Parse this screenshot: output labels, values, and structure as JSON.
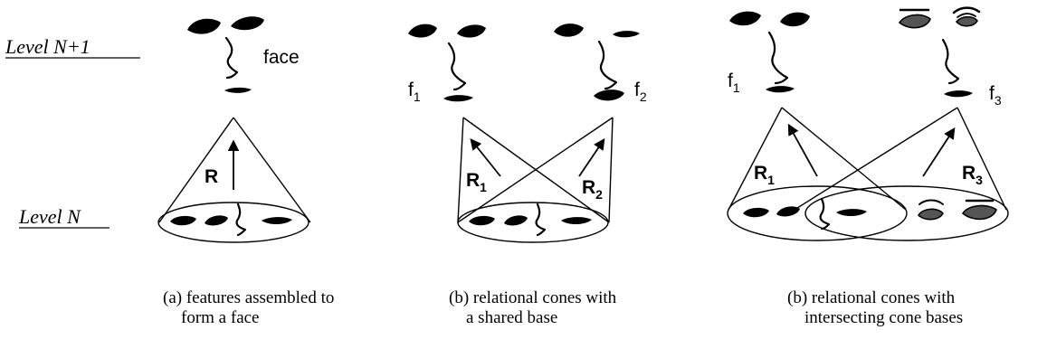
{
  "levels": {
    "upper": "Level N+1",
    "lower": "Level N"
  },
  "panel_a": {
    "face_label": "face",
    "relation_label": "R",
    "caption_line1": "(a) features assembled to",
    "caption_line2": "form a face"
  },
  "panel_b": {
    "face1_label": "f",
    "face1_sub": "1",
    "face2_label": "f",
    "face2_sub": "2",
    "relation1_label": "R",
    "relation1_sub": "1",
    "relation2_label": "R",
    "relation2_sub": "2",
    "caption_line1": "(b) relational cones with",
    "caption_line2": "a shared base"
  },
  "panel_c": {
    "face1_label": "f",
    "face1_sub": "1",
    "face3_label": "f",
    "face3_sub": "3",
    "relation1_label": "R",
    "relation1_sub": "1",
    "relation3_label": "R",
    "relation3_sub": "3",
    "caption_line1": "(b) relational cones with",
    "caption_line2": "intersecting cone bases"
  }
}
